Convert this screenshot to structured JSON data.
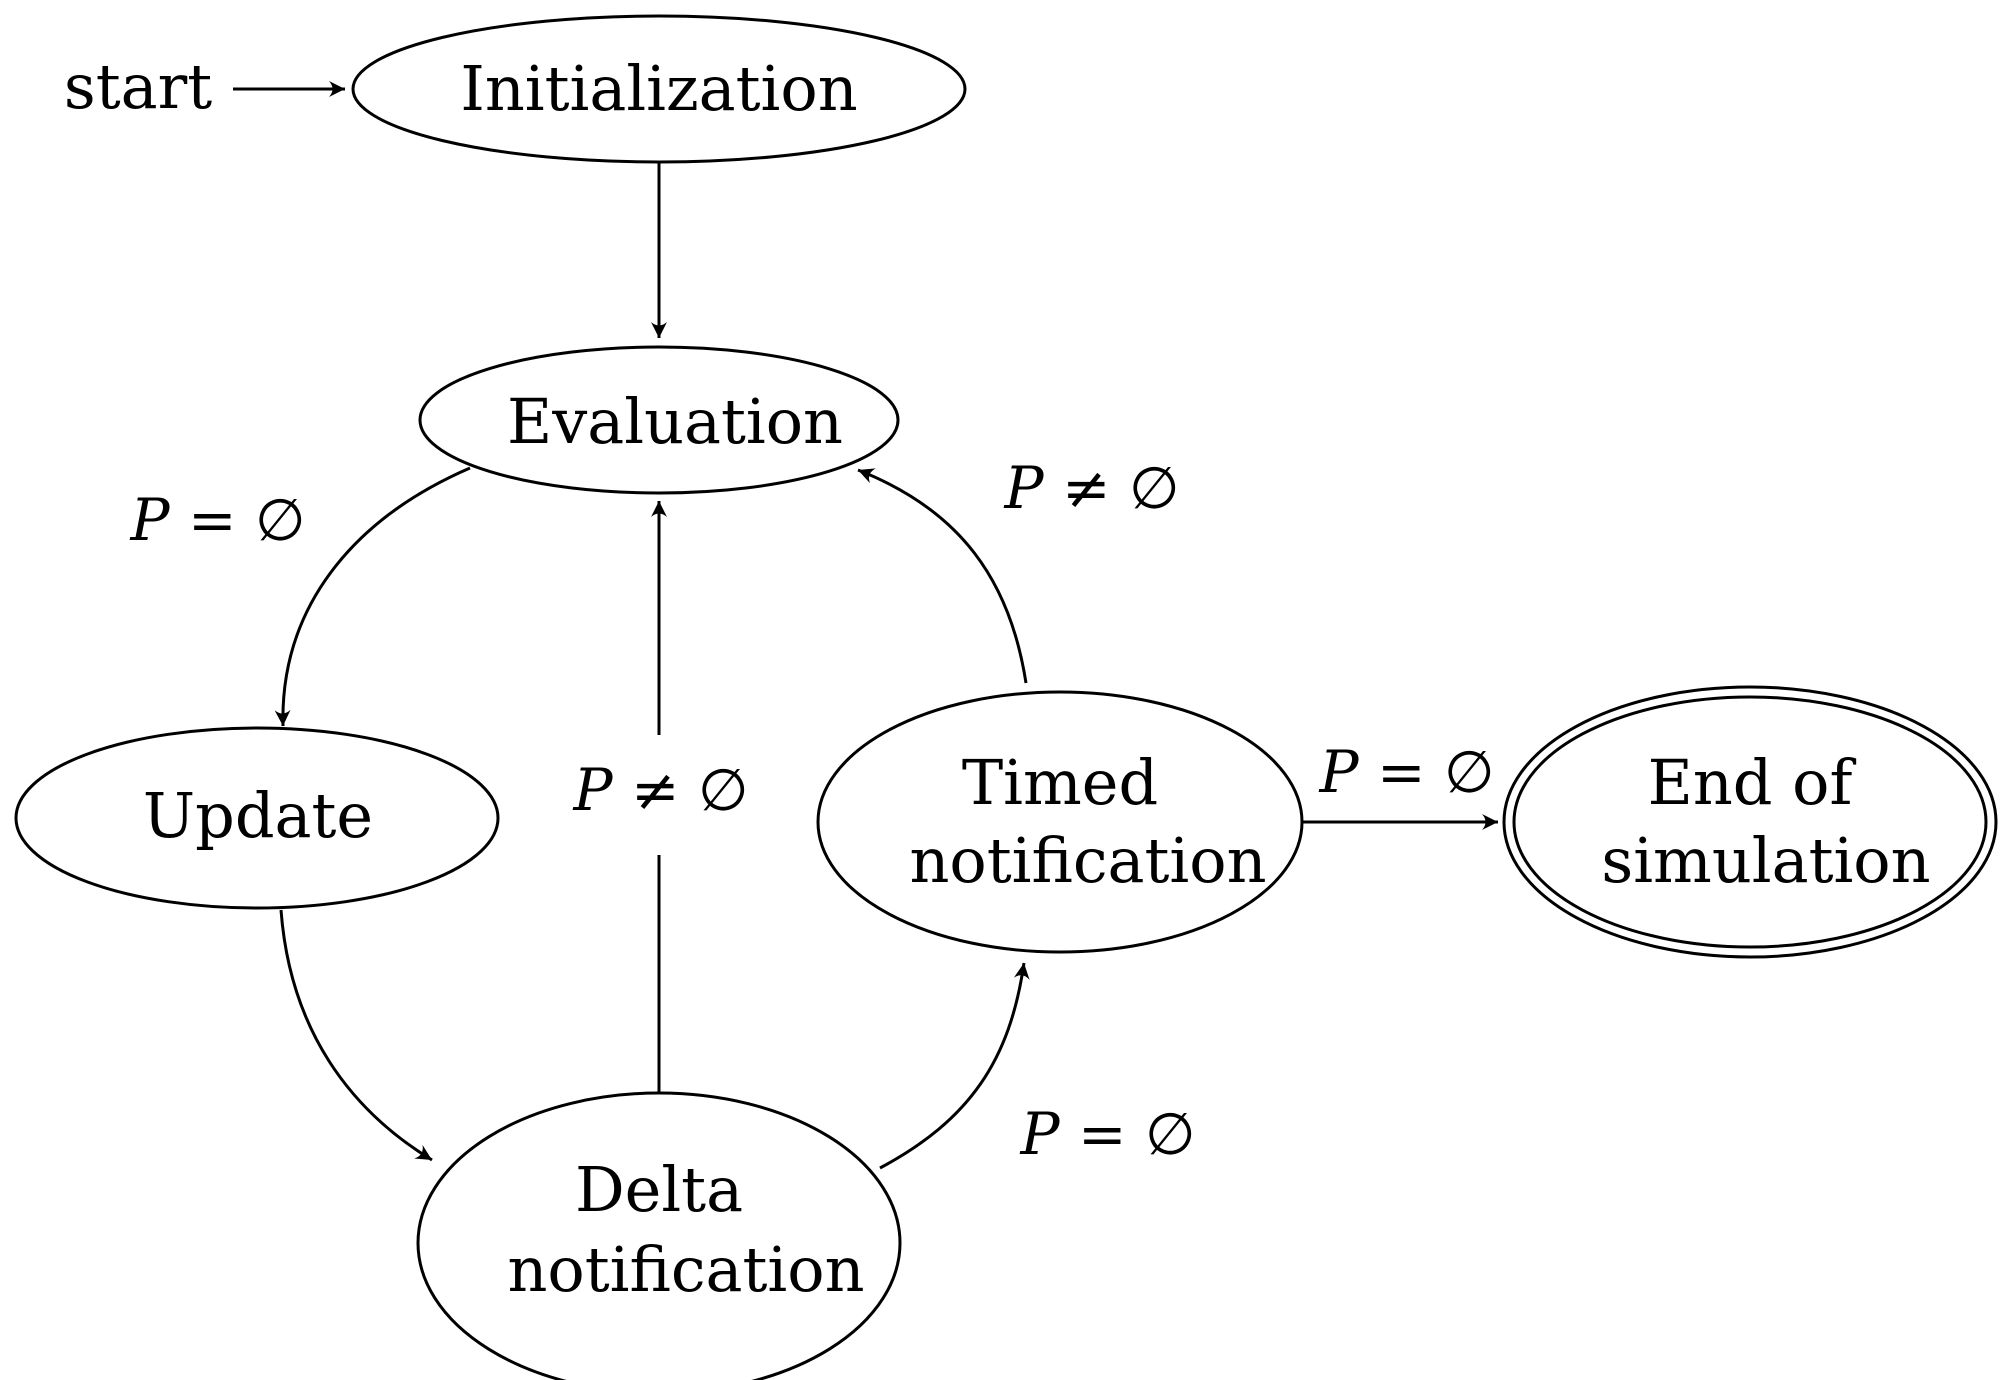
{
  "diagram": {
    "start_label": "start",
    "nodes": {
      "initialization": {
        "lines": [
          "Initialization"
        ]
      },
      "evaluation": {
        "lines": [
          "Evaluation"
        ]
      },
      "update": {
        "lines": [
          "Update"
        ]
      },
      "delta": {
        "lines": [
          "Delta",
          "notification"
        ]
      },
      "timed": {
        "lines": [
          "Timed",
          "notification"
        ]
      },
      "end": {
        "lines": [
          "End of",
          "simulation"
        ],
        "accepting": true
      }
    },
    "edges": {
      "eval_to_update": {
        "var": "P",
        "op": " = ∅"
      },
      "delta_to_eval": {
        "var": "P",
        "op": " ≠ ∅"
      },
      "delta_to_timed": {
        "var": "P",
        "op": " = ∅"
      },
      "timed_to_eval": {
        "var": "P",
        "op": " ≠ ∅"
      },
      "timed_to_end": {
        "var": "P",
        "op": " = ∅"
      }
    }
  }
}
